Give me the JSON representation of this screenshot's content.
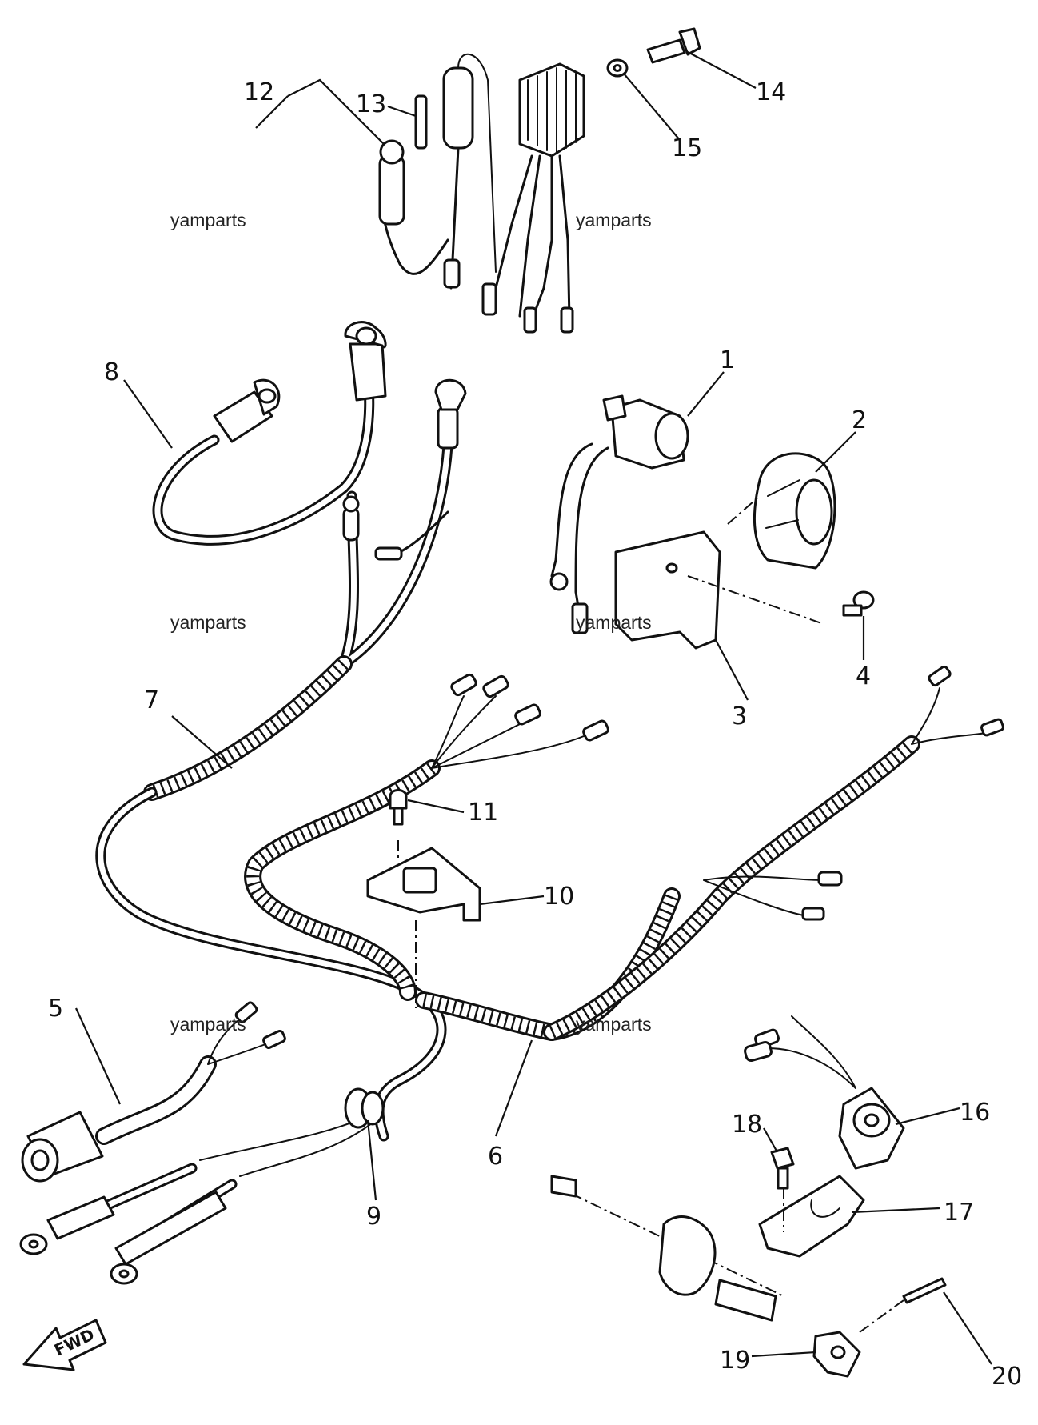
{
  "diagram": {
    "callouts": [
      "1",
      "2",
      "3",
      "4",
      "5",
      "6",
      "7",
      "8",
      "9",
      "10",
      "11",
      "12",
      "13",
      "14",
      "15",
      "16",
      "17",
      "18",
      "19",
      "20"
    ],
    "watermark": "yamparts",
    "direction_label": "FWD"
  }
}
